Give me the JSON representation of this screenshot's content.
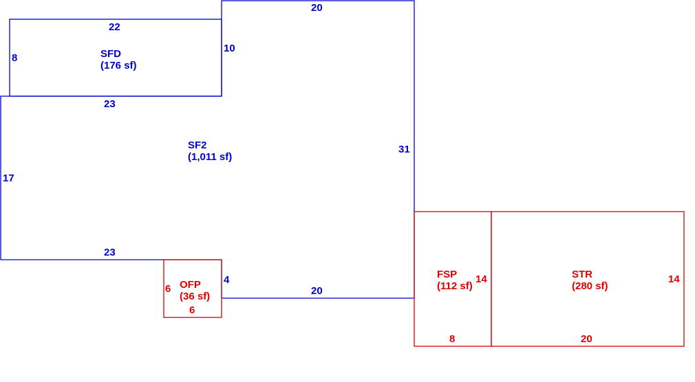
{
  "colors": {
    "living": "#0000cc",
    "attached": "#dd0000",
    "background": "#ffffff"
  },
  "areas": {
    "sfd": {
      "code": "SFD",
      "area": "(176 sf)"
    },
    "sf2": {
      "code": "SF2",
      "area": "(1,011 sf)"
    },
    "ofp": {
      "code": "OFP",
      "area": "(36 sf)"
    },
    "fsp": {
      "code": "FSP",
      "area": "(112 sf)"
    },
    "str": {
      "code": "STR",
      "area": "(280 sf)"
    }
  },
  "dimensions": {
    "sf2_top": "20",
    "sfd_top": "22",
    "sfd_left": "8",
    "sfd_right": "10",
    "sf2_middle": "23",
    "sf2_left": "17",
    "sf2_right": "31",
    "sf2_lower": "23",
    "sf2_notch": "4",
    "sf2_bottom": "20",
    "ofp_left": "6",
    "ofp_bottom": "6",
    "fsp_right": "14",
    "fsp_bottom": "8",
    "str_right": "14",
    "str_bottom": "20"
  }
}
